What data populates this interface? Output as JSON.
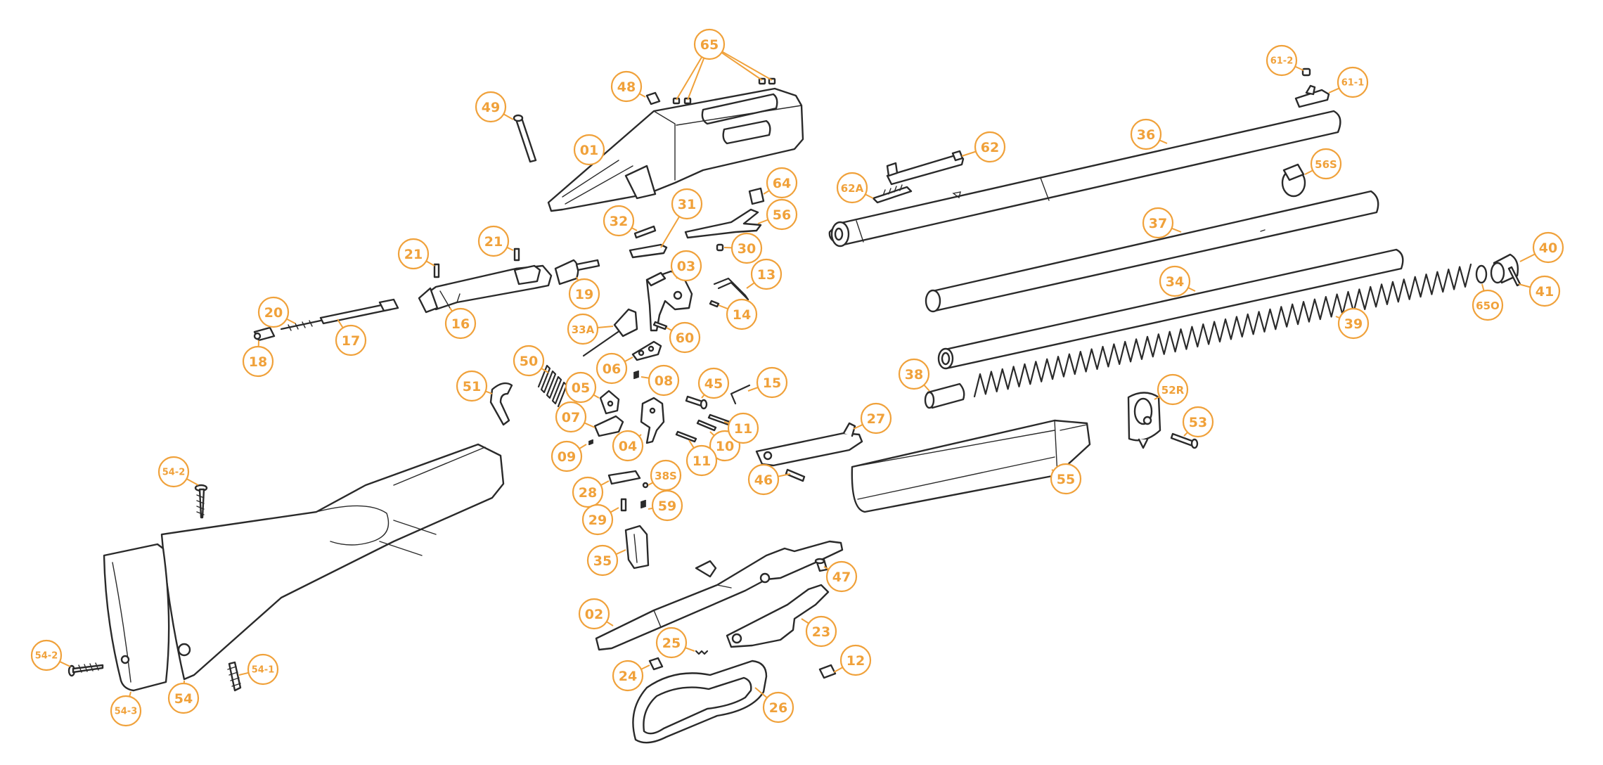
{
  "accent_color": "#f0a13a",
  "line_color": "#2a2a2a",
  "callouts": [
    "01",
    "02",
    "03",
    "04",
    "05",
    "06",
    "07",
    "08",
    "09",
    "10",
    "11",
    "11",
    "12",
    "13",
    "14",
    "15",
    "16",
    "17",
    "18",
    "19",
    "20",
    "21",
    "21",
    "23",
    "24",
    "25",
    "26",
    "27",
    "28",
    "29",
    "30",
    "31",
    "32",
    "33A",
    "34",
    "35",
    "36",
    "37",
    "38",
    "38S",
    "39",
    "40",
    "41",
    "45",
    "46",
    "47",
    "48",
    "49",
    "50",
    "51",
    "52R",
    "53",
    "54",
    "54-1",
    "54-2",
    "54-2",
    "54-3",
    "55",
    "56",
    "56S",
    "59",
    "60",
    "61-1",
    "61-2",
    "62",
    "62A",
    "64",
    "65",
    "65O"
  ]
}
